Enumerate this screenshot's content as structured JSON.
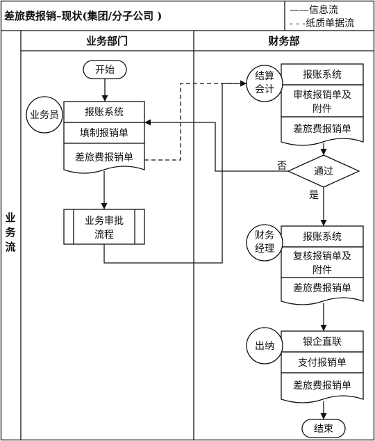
{
  "header": {
    "title": "差旅费报销–现状(集团/分子公司 )",
    "legend": {
      "info_flow": "——信息流",
      "paper_flow": "- - -纸质单据流"
    }
  },
  "lanes": {
    "side_label": "业务流",
    "col_business": "业务部门",
    "col_finance": "财务部"
  },
  "roles": {
    "staff": "业务员",
    "accountant": [
      "结算",
      "会计"
    ],
    "manager": [
      "财务",
      "经理"
    ],
    "cashier": "出纳"
  },
  "nodes": {
    "start": "开始",
    "staff_system": "报账系统",
    "staff_fill": "填制报销单",
    "staff_doc": "差旅费报销单",
    "approval": [
      "业务审批",
      "流程"
    ],
    "acc_system": "报账系统",
    "acc_review": [
      "审核报销单及",
      "附件"
    ],
    "acc_doc": "差旅费报销单",
    "decision": "通过",
    "no": "否",
    "yes": "是",
    "mgr_system": "报账系统",
    "mgr_review": [
      "复核报销单及",
      "附件"
    ],
    "mgr_doc": "差旅费报销单",
    "cash_system": "银企直联",
    "cash_pay": "支付报销单",
    "cash_doc": "差旅费报销单",
    "end": "结束"
  }
}
